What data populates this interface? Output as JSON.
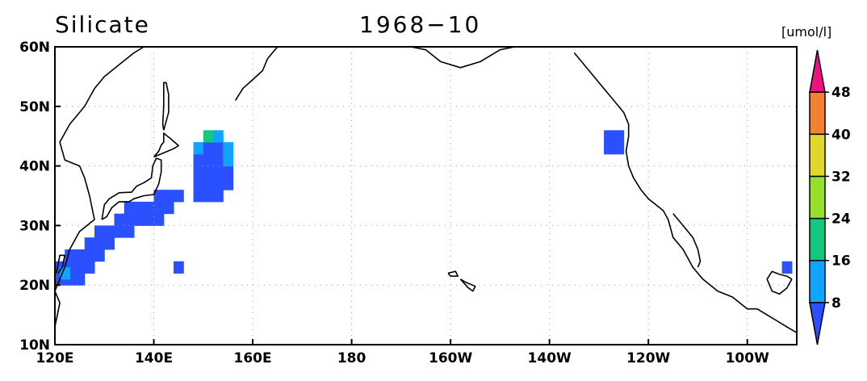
{
  "map": {
    "title_variable": "Silicate",
    "title_date": "1968−10",
    "unit_label": "[umol/l]",
    "lon_range": [
      120,
      270
    ],
    "lat_range": [
      10,
      60
    ],
    "lon_ticks": [
      {
        "value": 120,
        "label": "120E"
      },
      {
        "value": 140,
        "label": "140E"
      },
      {
        "value": 160,
        "label": "160E"
      },
      {
        "value": 180,
        "label": "180"
      },
      {
        "value": 200,
        "label": "160W"
      },
      {
        "value": 220,
        "label": "140W"
      },
      {
        "value": 240,
        "label": "120W"
      },
      {
        "value": 260,
        "label": "100W"
      }
    ],
    "lat_ticks": [
      {
        "value": 10,
        "label": "10N"
      },
      {
        "value": 20,
        "label": "20N"
      },
      {
        "value": 30,
        "label": "30N"
      },
      {
        "value": 40,
        "label": "40N"
      },
      {
        "value": 50,
        "label": "50N"
      },
      {
        "value": 60,
        "label": "60N"
      }
    ],
    "grid": true,
    "colorbar": {
      "levels": [
        8,
        16,
        24,
        32,
        40,
        48
      ],
      "colors": [
        "#2a50ff",
        "#12a5ff",
        "#14c97e",
        "#96df2c",
        "#e0d62c",
        "#f08230",
        "#ee1180"
      ]
    },
    "colors": {
      "land_outline": "#000000",
      "ocean": "#ffffff",
      "grid": "#a0a0a0"
    },
    "data_cells": [
      {
        "lon": 121,
        "lat": 21,
        "bin": 0
      },
      {
        "lon": 123,
        "lat": 21,
        "bin": 0
      },
      {
        "lon": 125,
        "lat": 21,
        "bin": 0
      },
      {
        "lon": 121,
        "lat": 23,
        "bin": 0
      },
      {
        "lon": 123,
        "lat": 23,
        "bin": 0
      },
      {
        "lon": 125,
        "lat": 23,
        "bin": 0
      },
      {
        "lon": 127,
        "lat": 23,
        "bin": 0
      },
      {
        "lon": 123,
        "lat": 25,
        "bin": 0
      },
      {
        "lon": 125,
        "lat": 25,
        "bin": 0
      },
      {
        "lon": 127,
        "lat": 25,
        "bin": 0
      },
      {
        "lon": 129,
        "lat": 25,
        "bin": 0
      },
      {
        "lon": 127,
        "lat": 27,
        "bin": 0
      },
      {
        "lon": 129,
        "lat": 27,
        "bin": 0
      },
      {
        "lon": 131,
        "lat": 27,
        "bin": 0
      },
      {
        "lon": 129,
        "lat": 29,
        "bin": 0
      },
      {
        "lon": 131,
        "lat": 29,
        "bin": 0
      },
      {
        "lon": 133,
        "lat": 29,
        "bin": 0
      },
      {
        "lon": 135,
        "lat": 29,
        "bin": 0
      },
      {
        "lon": 133,
        "lat": 31,
        "bin": 0
      },
      {
        "lon": 135,
        "lat": 31,
        "bin": 0
      },
      {
        "lon": 137,
        "lat": 31,
        "bin": 0
      },
      {
        "lon": 139,
        "lat": 31,
        "bin": 0
      },
      {
        "lon": 141,
        "lat": 31,
        "bin": 0
      },
      {
        "lon": 135,
        "lat": 33,
        "bin": 0
      },
      {
        "lon": 137,
        "lat": 33,
        "bin": 0
      },
      {
        "lon": 139,
        "lat": 33,
        "bin": 0
      },
      {
        "lon": 141,
        "lat": 33,
        "bin": 0
      },
      {
        "lon": 143,
        "lat": 33,
        "bin": 0
      },
      {
        "lon": 141,
        "lat": 35,
        "bin": 0
      },
      {
        "lon": 143,
        "lat": 35,
        "bin": 0
      },
      {
        "lon": 145,
        "lat": 35,
        "bin": 0
      },
      {
        "lon": 149,
        "lat": 35,
        "bin": 0
      },
      {
        "lon": 151,
        "lat": 35,
        "bin": 0
      },
      {
        "lon": 153,
        "lat": 35,
        "bin": 0
      },
      {
        "lon": 149,
        "lat": 37,
        "bin": 0
      },
      {
        "lon": 151,
        "lat": 37,
        "bin": 0
      },
      {
        "lon": 153,
        "lat": 37,
        "bin": 0
      },
      {
        "lon": 155,
        "lat": 37,
        "bin": 0
      },
      {
        "lon": 149,
        "lat": 39,
        "bin": 0
      },
      {
        "lon": 151,
        "lat": 39,
        "bin": 0
      },
      {
        "lon": 153,
        "lat": 39,
        "bin": 0
      },
      {
        "lon": 155,
        "lat": 39,
        "bin": 0
      },
      {
        "lon": 149,
        "lat": 41,
        "bin": 0
      },
      {
        "lon": 151,
        "lat": 41,
        "bin": 0
      },
      {
        "lon": 153,
        "lat": 41,
        "bin": 0
      },
      {
        "lon": 155,
        "lat": 41,
        "bin": 1
      },
      {
        "lon": 149,
        "lat": 43,
        "bin": 1
      },
      {
        "lon": 151,
        "lat": 43,
        "bin": 0
      },
      {
        "lon": 153,
        "lat": 43,
        "bin": 0
      },
      {
        "lon": 155,
        "lat": 43,
        "bin": 1
      },
      {
        "lon": 151,
        "lat": 45,
        "bin": 2
      },
      {
        "lon": 153,
        "lat": 45,
        "bin": 1
      },
      {
        "lon": 122,
        "lat": 22,
        "bin": 1
      },
      {
        "lon": 145,
        "lat": 23,
        "bin": 0
      },
      {
        "lon": 232,
        "lat": 43,
        "bin": 0
      },
      {
        "lon": 234,
        "lat": 43,
        "bin": 0
      },
      {
        "lon": 232,
        "lat": 45,
        "bin": 0
      },
      {
        "lon": 234,
        "lat": 45,
        "bin": 0
      },
      {
        "lon": 268,
        "lat": 23,
        "bin": 0
      }
    ],
    "coastlines": [
      [
        [
          120,
          13
        ],
        [
          121,
          17
        ],
        [
          120,
          19
        ],
        [
          121,
          21
        ],
        [
          122,
          23
        ],
        [
          123,
          26
        ],
        [
          125,
          29
        ],
        [
          128,
          31
        ],
        [
          127,
          35
        ],
        [
          126,
          38
        ],
        [
          125,
          40
        ],
        [
          122,
          41
        ],
        [
          121,
          44
        ],
        [
          123,
          47
        ],
        [
          126,
          50
        ],
        [
          128,
          53
        ],
        [
          130,
          55
        ],
        [
          133,
          57
        ],
        [
          136,
          59
        ],
        [
          138,
          60
        ]
      ],
      [
        [
          129.5,
          31
        ],
        [
          130.5,
          31.5
        ],
        [
          131.5,
          33
        ],
        [
          133,
          34
        ],
        [
          135,
          34
        ],
        [
          136,
          34.5
        ],
        [
          138,
          35
        ],
        [
          140,
          35.2
        ],
        [
          141,
          37
        ],
        [
          141.5,
          39
        ],
        [
          141.5,
          41
        ],
        [
          140.5,
          41.3
        ],
        [
          139.8,
          40
        ],
        [
          139.5,
          38
        ],
        [
          138,
          37.2
        ],
        [
          136.5,
          36.6
        ],
        [
          135.5,
          35.6
        ],
        [
          133,
          35.5
        ],
        [
          131,
          34.5
        ],
        [
          130,
          33.5
        ],
        [
          129.5,
          31
        ]
      ],
      [
        [
          140,
          41.5
        ],
        [
          141,
          42.5
        ],
        [
          141.5,
          43.5
        ],
        [
          142,
          44
        ],
        [
          142,
          45.5
        ],
        [
          143.5,
          44.5
        ],
        [
          145,
          43.4
        ],
        [
          144,
          42.9
        ],
        [
          142,
          42.2
        ],
        [
          140.5,
          41.7
        ],
        [
          140,
          41.5
        ]
      ],
      [
        [
          142,
          46
        ],
        [
          143,
          49
        ],
        [
          143,
          52
        ],
        [
          142.5,
          54
        ],
        [
          142,
          54
        ],
        [
          142,
          50
        ],
        [
          141.8,
          47
        ],
        [
          142,
          46
        ]
      ],
      [
        [
          156.5,
          51
        ],
        [
          158,
          53
        ],
        [
          160,
          54.5
        ],
        [
          162,
          56
        ],
        [
          163,
          58
        ],
        [
          165,
          60
        ]
      ],
      [
        [
          192,
          60
        ],
        [
          195,
          59.5
        ],
        [
          198,
          57.5
        ],
        [
          202,
          56.5
        ],
        [
          206,
          57.5
        ],
        [
          210,
          59.5
        ],
        [
          213,
          60
        ]
      ],
      [
        [
          225,
          59
        ],
        [
          227,
          57
        ],
        [
          229,
          55
        ],
        [
          231,
          53
        ],
        [
          233,
          51
        ],
        [
          235,
          49
        ],
        [
          236,
          47
        ],
        [
          236,
          45
        ],
        [
          235.5,
          42.5
        ],
        [
          236,
          40
        ],
        [
          237,
          38
        ],
        [
          238.5,
          36
        ],
        [
          240,
          34.5
        ],
        [
          243,
          32.5
        ],
        [
          244,
          31
        ],
        [
          245,
          28
        ],
        [
          247,
          26
        ],
        [
          249,
          23
        ],
        [
          251,
          21
        ],
        [
          254,
          19
        ],
        [
          257,
          18
        ],
        [
          260,
          16
        ],
        [
          262,
          16
        ],
        [
          264,
          15
        ],
        [
          266,
          14
        ],
        [
          268,
          13
        ],
        [
          270,
          12
        ]
      ],
      [
        [
          245,
          32
        ],
        [
          247,
          30
        ],
        [
          249,
          28
        ],
        [
          250,
          26
        ],
        [
          250.5,
          24
        ],
        [
          250,
          23
        ]
      ],
      [
        [
          269,
          21
        ],
        [
          268,
          19.5
        ],
        [
          266.5,
          18.5
        ],
        [
          265,
          19
        ],
        [
          264,
          21
        ],
        [
          265,
          22.3
        ],
        [
          266.5,
          21.8
        ],
        [
          268,
          21.5
        ],
        [
          269,
          21
        ]
      ],
      [
        [
          202,
          21
        ],
        [
          203,
          20.5
        ],
        [
          205,
          19.8
        ],
        [
          204.5,
          19
        ],
        [
          203.5,
          19.6
        ],
        [
          202,
          21
        ]
      ],
      [
        [
          199.5,
          22
        ],
        [
          201,
          22.3
        ],
        [
          201.5,
          21.5
        ],
        [
          200,
          21.5
        ],
        [
          199.5,
          22
        ]
      ],
      [
        [
          120.3,
          22
        ],
        [
          121,
          25
        ],
        [
          122,
          25
        ],
        [
          121.5,
          23
        ],
        [
          120.7,
          22
        ]
      ]
    ]
  }
}
